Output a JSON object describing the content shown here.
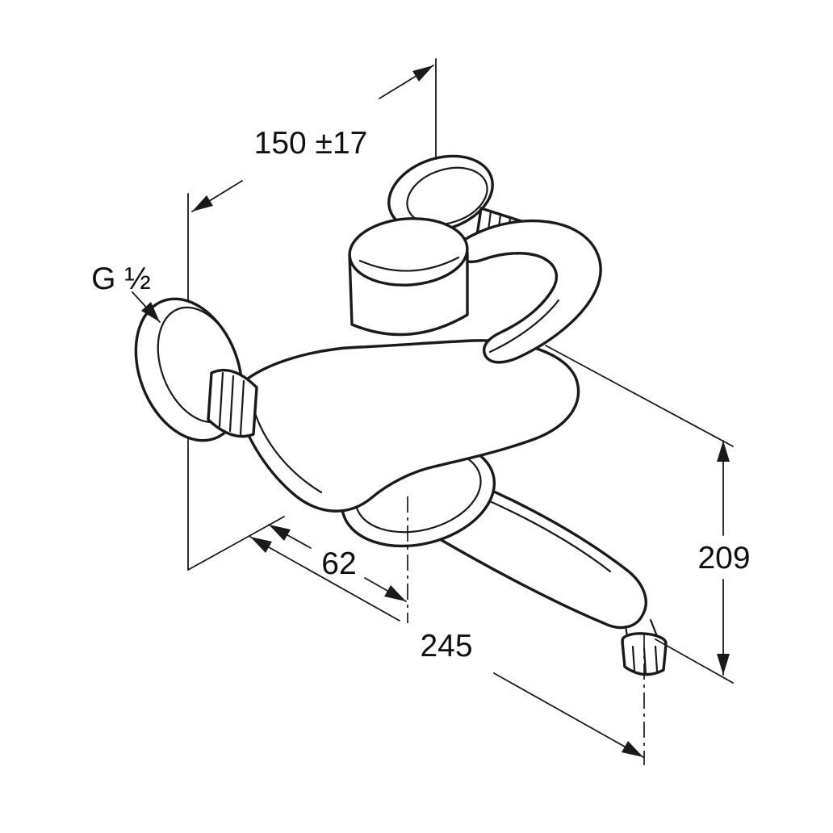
{
  "labels": {
    "top_dimension": "150 ±17",
    "thread_label": "G ½",
    "mid_dimension": "62",
    "bottom_dimension": "245",
    "right_dimension": "209"
  },
  "colors": {
    "line": "#1a1a1a",
    "background": "#ffffff"
  }
}
